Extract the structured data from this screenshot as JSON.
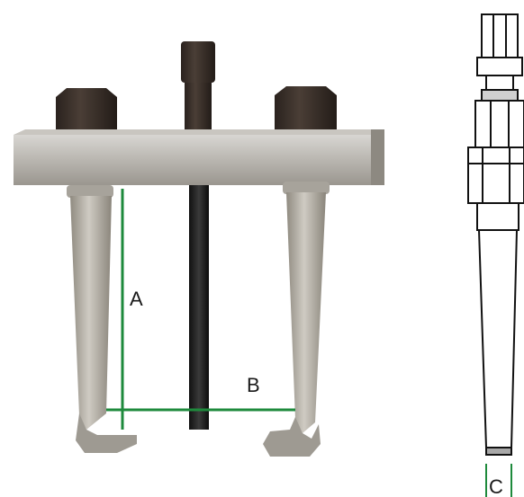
{
  "labels": {
    "a": "A",
    "b": "B",
    "c": "C"
  },
  "colors": {
    "measure_line": "#1e8a3c",
    "background": "#ffffff"
  },
  "icons": {
    "puller_photo": "two-jaw-puller-photo",
    "side_view": "puller-jaw-side-view-drawing"
  }
}
